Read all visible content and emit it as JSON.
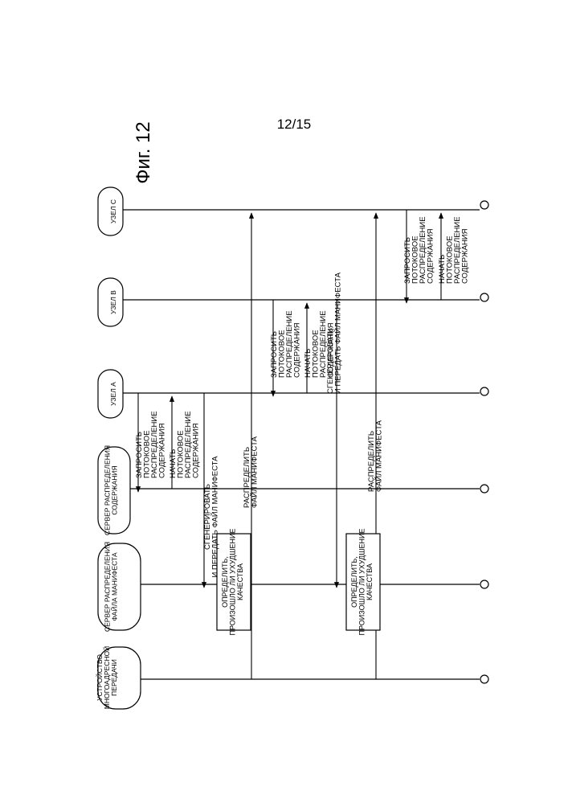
{
  "page_number": "12/15",
  "figure_title": "Фиг. 12",
  "lifelines": [
    {
      "id": "multicast",
      "lines": [
        "УСТРОЙСТВО",
        "МНОГОАДРЕСНОЙ",
        "ПЕРЕДАЧИ"
      ]
    },
    {
      "id": "manifest_server",
      "lines": [
        "СЕРВЕР РАСПРЕДЕЛЕНИЯ",
        "ФАЙЛА МАНИФЕСТА"
      ]
    },
    {
      "id": "content_server",
      "lines": [
        "СЕРВЕР РАСПРЕДЕЛЕНИЯ",
        "СОДЕРЖАНИЯ"
      ]
    },
    {
      "id": "node_a",
      "lines": [
        "УЗЕЛ А"
      ]
    },
    {
      "id": "node_b",
      "lines": [
        "УЗЕЛ В"
      ]
    },
    {
      "id": "node_c",
      "lines": [
        "УЗЕЛ С"
      ]
    }
  ],
  "messages": {
    "a_request": [
      "ЗАПРОСИТЬ",
      "ПОТОКОВОЕ",
      "РАСПРЕДЕЛЕНИЕ",
      "СОДЕРЖАНИЯ"
    ],
    "a_start": [
      "НАЧАТЬ",
      "ПОТОКОВОЕ",
      "РАСПРЕДЕЛЕНИЕ",
      "СОДЕРЖАНИЯ"
    ],
    "gen1": [
      "СГЕНЕРИРОВАТЬ",
      "И ПЕРЕДАТЬ ФАЙЛ МАНИФЕСТА"
    ],
    "dist1": [
      "РАСПРЕДЕЛИТЬ",
      "ФАЙЛ МАНИФЕСТА"
    ],
    "b_request": [
      "ЗАПРОСИТЬ",
      "ПОТОКОВОЕ",
      "РАСПРЕДЕЛЕНИЕ",
      "СОДЕРЖАНИЯ"
    ],
    "b_start": [
      "НАЧАТЬ",
      "ПОТОКОВОЕ",
      "РАСПРЕДЕЛЕНИЕ",
      "СОДЕРЖАНИЯ"
    ],
    "gen2": [
      "СГЕНЕРИРОВАТЬ",
      "И ПЕРЕДАТЬ ФАЙЛ МАНИФЕСТА"
    ],
    "dist2": [
      "РАСПРЕДЕЛИТЬ",
      "ФАЙЛ МАНИФЕСТА"
    ],
    "c_request": [
      "ЗАПРОСИТЬ",
      "ПОТОКОВОЕ",
      "РАСПРЕДЕЛЕНИЕ",
      "СОДЕРЖАНИЯ"
    ],
    "c_start": [
      "НАЧАТЬ",
      "ПОТОКОВОЕ",
      "РАСПРЕДЕЛЕНИЕ",
      "СОДЕРЖАНИЯ"
    ]
  },
  "decisions": {
    "det1": [
      "ОПРЕДЕЛИТЬ,",
      "ПРОИЗОШЛО ЛИ УХУДШЕНИЕ",
      "КАЧЕСТВА"
    ],
    "det2": [
      "ОПРЕДЕЛИТЬ,",
      "ПРОИЗОШЛО ЛИ УХУДШЕНИЕ",
      "КАЧЕСТВА"
    ]
  }
}
